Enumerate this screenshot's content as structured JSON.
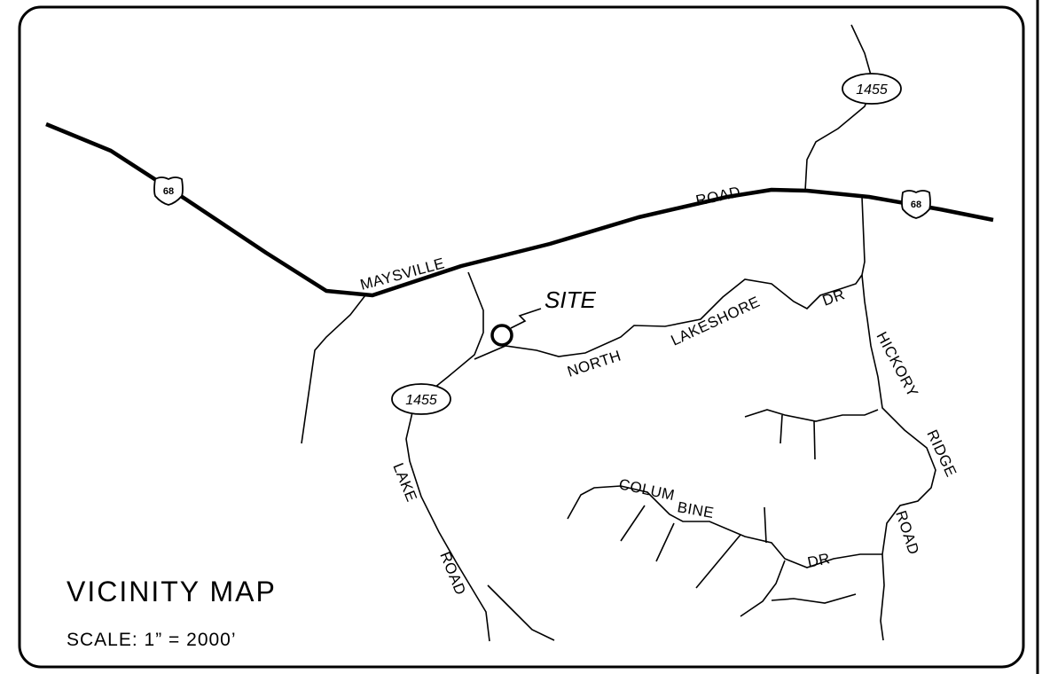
{
  "map": {
    "title": "VICINITY MAP",
    "scale": "SCALE:   1”  =  2000’",
    "site_label": "SITE",
    "colors": {
      "ink": "#000000",
      "paper": "#ffffff"
    },
    "us_route_number": "68",
    "ky_route_number": "1455",
    "road_labels": {
      "maysville": "MAYSVILLE",
      "road_1": "ROAD",
      "north": "NORTH",
      "lakeshore": "LAKESHORE",
      "dr_1": "DR",
      "hickory": "HICKORY",
      "ridge": "RIDGE",
      "road_2": "ROAD",
      "lake": "LAKE",
      "road_3": "ROAD",
      "colum": "COLUM",
      "bine": "BINE",
      "dr_2": "DR"
    },
    "icons": [
      "us-route-shield-icon",
      "state-route-oval-icon",
      "site-marker-icon"
    ]
  }
}
